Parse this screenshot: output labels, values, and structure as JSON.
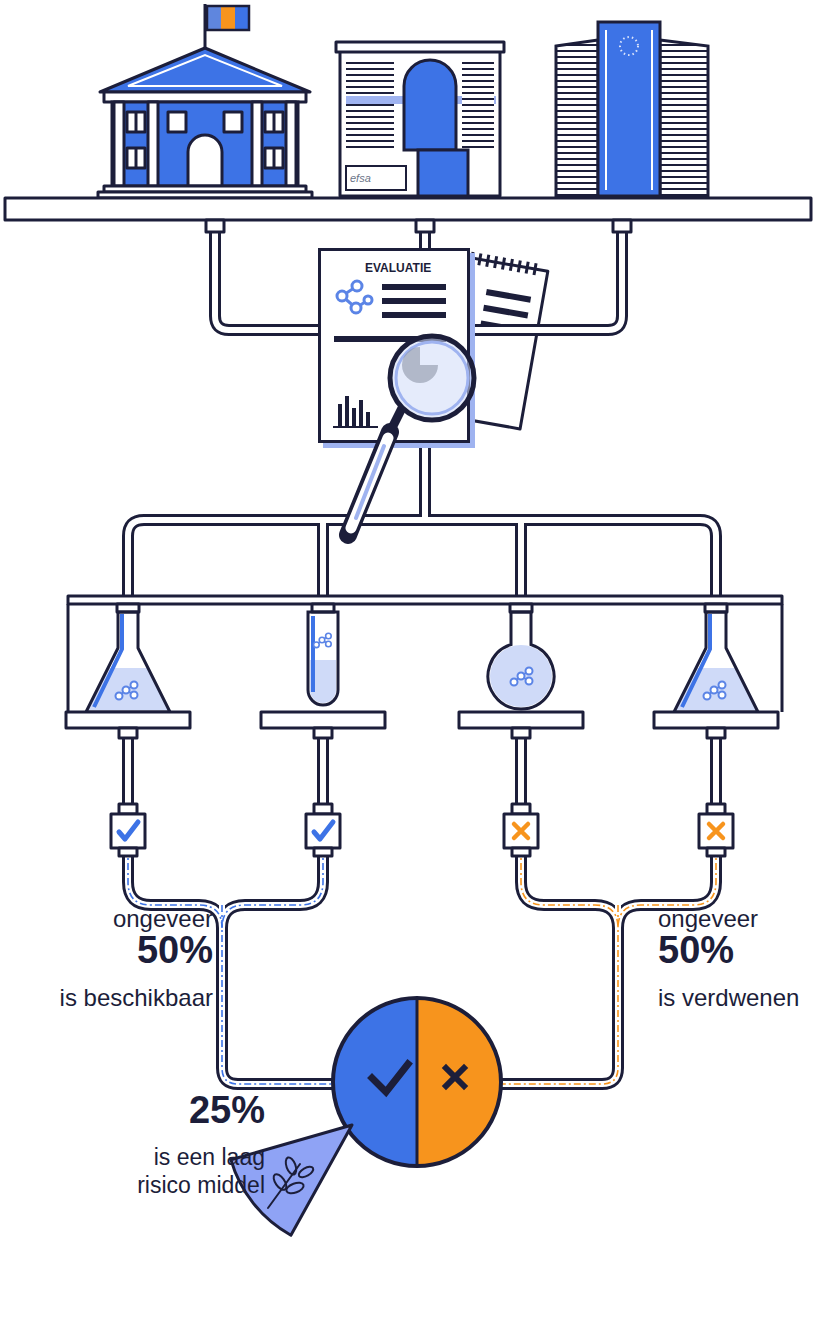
{
  "diagram": {
    "nodes": [
      {
        "text": [
          "efsa"
        ]
      },
      {
        "text": [
          "EVALUATIE"
        ]
      }
    ],
    "edges": [
      {
        "from": 0,
        "to": 1,
        "arrow": "none"
      }
    ],
    "labels": [
      "ongeveer",
      "50%",
      "is beschikbaar",
      "ongeveer",
      "50%",
      "is verdwenen",
      "25%",
      "is een laag risico middel"
    ]
  }
}
